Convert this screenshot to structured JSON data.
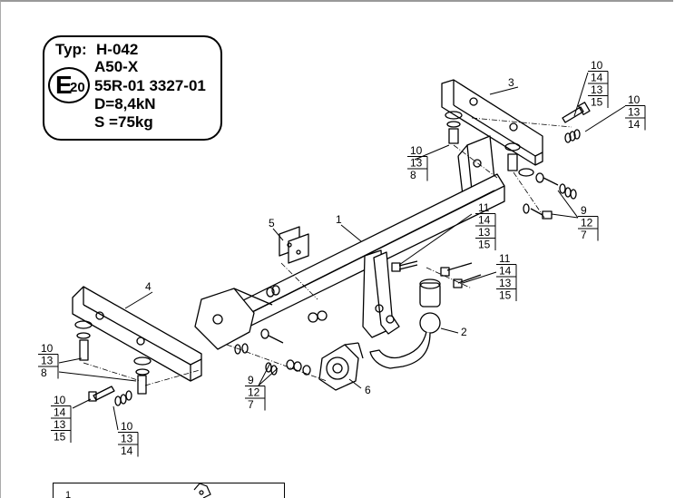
{
  "info": {
    "typ_label": "Typ:",
    "typ_value": "H-042",
    "model": "A50-X",
    "approval": "55R-01 3327-01",
    "d_value": "D=8,4kN",
    "s_value": "S =75kg",
    "e_letter": "E",
    "e_number": "20"
  },
  "callouts": {
    "p1": "1",
    "p2": "2",
    "p3": "3",
    "p4": "4",
    "p5": "5",
    "p6": "6"
  },
  "stacks": {
    "tr1": [
      "10",
      "14",
      "13",
      "15"
    ],
    "tr2": [
      "10",
      "13",
      "14"
    ],
    "tl": [
      "10",
      "13",
      "8"
    ],
    "r1": [
      "9",
      "12",
      "7"
    ],
    "m1": [
      "11",
      "14",
      "13",
      "15"
    ],
    "m2": [
      "11",
      "14",
      "13",
      "15"
    ],
    "l1": [
      "10",
      "13",
      "8"
    ],
    "l2": [
      "10",
      "14",
      "13",
      "15"
    ],
    "l3": [
      "10",
      "13",
      "14"
    ],
    "l4": [
      "9",
      "12",
      "7"
    ]
  },
  "bottom": {
    "item": "1"
  }
}
